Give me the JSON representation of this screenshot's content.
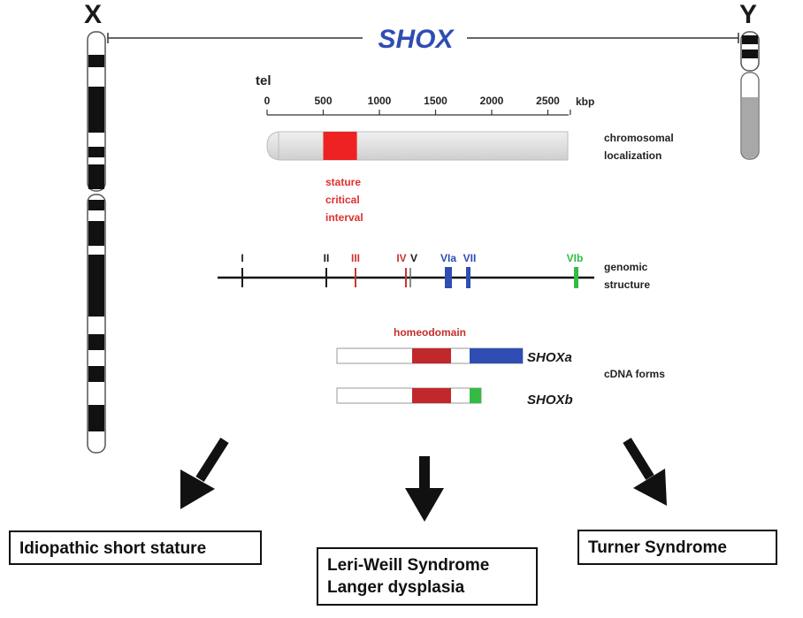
{
  "chromosomes": {
    "x_label": "X",
    "y_label": "Y"
  },
  "gene": {
    "name": "SHOX"
  },
  "scale": {
    "tel_label": "tel",
    "unit": "kbp",
    "ticks": [
      {
        "value": 0,
        "label": "0"
      },
      {
        "value": 500,
        "label": "500"
      },
      {
        "value": 1000,
        "label": "1000"
      },
      {
        "value": 1500,
        "label": "1500"
      },
      {
        "value": 2000,
        "label": "2000"
      },
      {
        "value": 2500,
        "label": "2500"
      }
    ],
    "max": 2700
  },
  "localization": {
    "label_line1": "chromosomal",
    "label_line2": "localization",
    "interval_start_kbp": 500,
    "interval_end_kbp": 800,
    "interval_label": [
      "stature",
      "critical",
      "interval"
    ],
    "interval_color": "#ee2222"
  },
  "genomic": {
    "label_line1": "genomic",
    "label_line2": "structure",
    "exons": [
      {
        "label": "I",
        "color": "#1a1a1a"
      },
      {
        "label": "II",
        "color": "#1a1a1a"
      },
      {
        "label": "III",
        "color": "#cc3333"
      },
      {
        "label": "IV",
        "color": "#cc3333"
      },
      {
        "label": "V",
        "color": "#1a1a1a"
      },
      {
        "label": "VIa",
        "color": "#2f4db3"
      },
      {
        "label": "VII",
        "color": "#2f4db3"
      },
      {
        "label": "VIb",
        "color": "#33bb44"
      }
    ]
  },
  "cdna": {
    "label": "cDNA forms",
    "homeodomain_label": "homeodomain",
    "isoforms": [
      {
        "name": "SHOXa",
        "tail_color": "#2f4db3"
      },
      {
        "name": "SHOXb",
        "tail_color": "#33bb44"
      }
    ],
    "homeodomain_color": "#c0282c"
  },
  "outcomes": {
    "left": "Idiopathic short stature",
    "center_line1": "Leri-Weill Syndrome",
    "center_line2": "Langer dysplasia",
    "right": "Turner Syndrome"
  }
}
